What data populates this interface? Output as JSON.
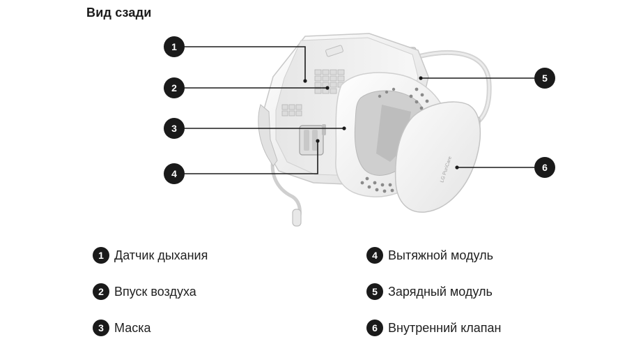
{
  "title": "Вид сзади",
  "callouts": [
    {
      "num": "1",
      "label": "Датчик дыхания"
    },
    {
      "num": "2",
      "label": "Впуск воздуха"
    },
    {
      "num": "3",
      "label": "Маска"
    },
    {
      "num": "4",
      "label": "Вытяжной модуль"
    },
    {
      "num": "5",
      "label": "Зарядный модуль"
    },
    {
      "num": "6",
      "label": "Внутренний клапан"
    }
  ],
  "filter_imprint": "LG PuriCare",
  "colors": {
    "badge": "#1a1a1a",
    "leader_line": "#1a1a1a",
    "mask_body": "#f4f4f4",
    "mask_shadow": "#d9d9d9",
    "vent_holes": "#8a8a8a"
  }
}
